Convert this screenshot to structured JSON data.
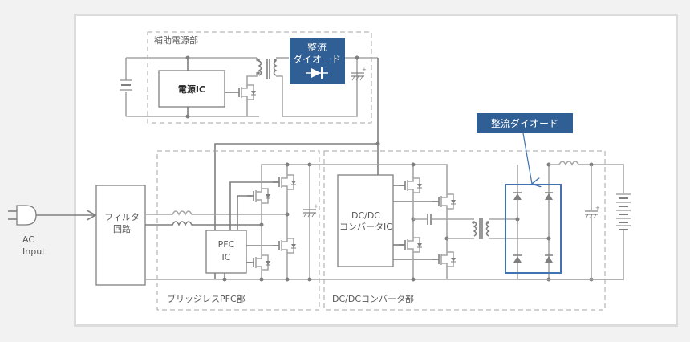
{
  "diagram": {
    "title": "",
    "sections": {
      "aux_power": "補助電源部",
      "pfc": "ブリッジレスPFC部",
      "dcdc": "DC/DCコンバータ部"
    },
    "blocks": {
      "power_ic": "電源IC",
      "filter_line1": "フィルタ",
      "filter_line2": "回路",
      "pfc_ic_line1": "PFC",
      "pfc_ic_line2": "IC",
      "dcdc_ic_line1": "DC/DC",
      "dcdc_ic_line2": "コンバータIC"
    },
    "callouts": {
      "aux_diode_line1": "整流",
      "aux_diode_line2": "ダイオード",
      "output_diode": "整流ダイオード"
    },
    "input": {
      "line1": "AC",
      "line2": "Input"
    },
    "colors": {
      "highlight_fill": "#2f5f95",
      "highlight_border": "#3f73b1",
      "wire": "#7f7f7f"
    }
  }
}
